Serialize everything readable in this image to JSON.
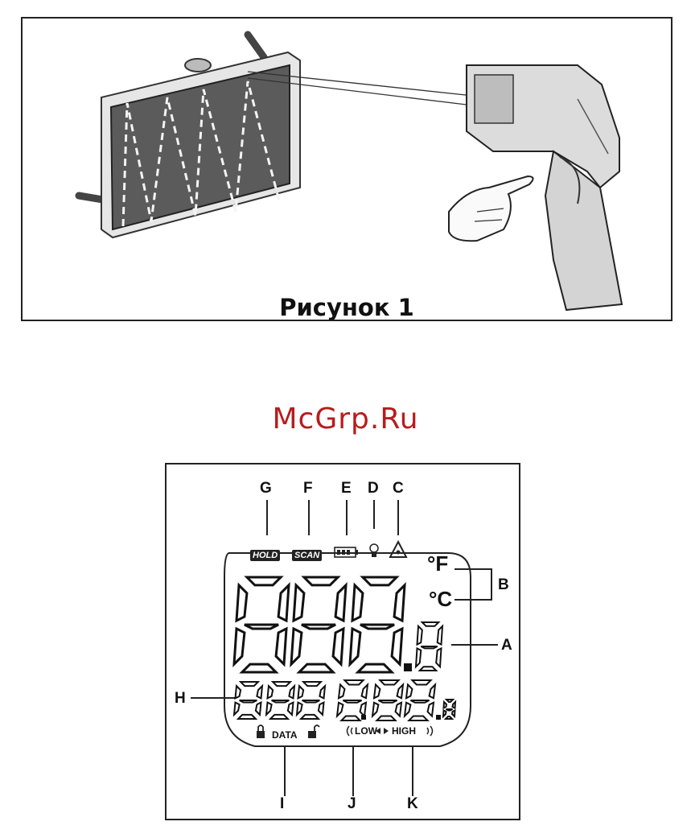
{
  "figure1": {
    "caption": "Рисунок 1"
  },
  "watermark": "McGrp.Ru",
  "lcd": {
    "callouts": {
      "G": "G",
      "F": "F",
      "E": "E",
      "D": "D",
      "C": "C",
      "B": "B",
      "A": "A",
      "H": "H",
      "I": "I",
      "J": "J",
      "K": "K"
    },
    "indicators": {
      "hold": "HOLD",
      "scan": "SCAN",
      "data": "DATA",
      "low": "LOW",
      "high": "HIGH"
    },
    "units": {
      "fahrenheit": "°F",
      "celsius": "°C"
    },
    "main_digits": "888.8",
    "sub_digits": "888.8"
  }
}
